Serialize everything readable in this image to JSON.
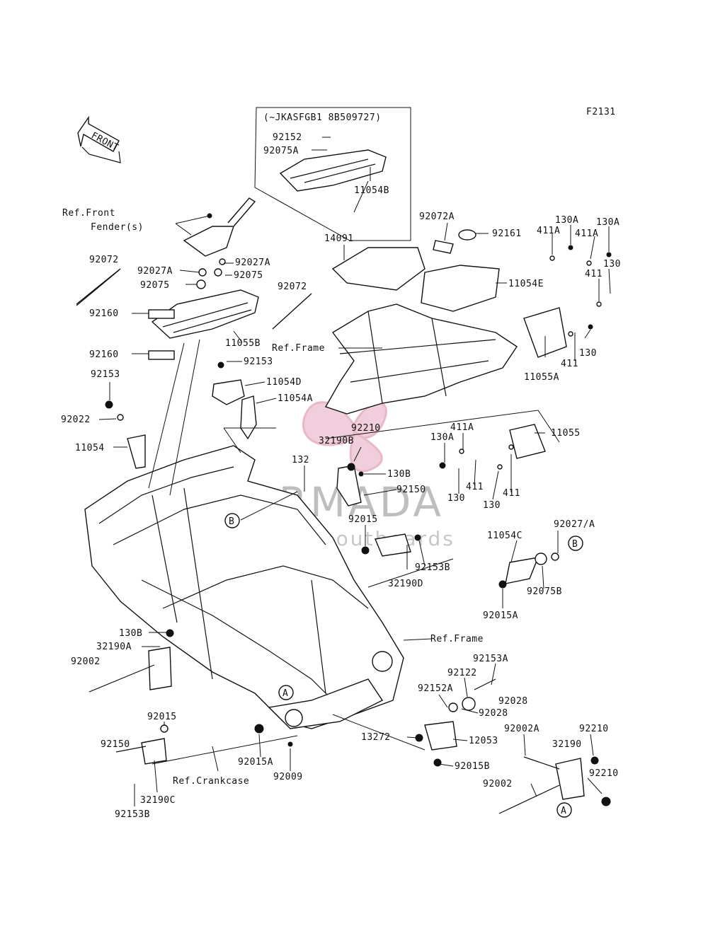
{
  "figure_code": "F2131",
  "front_arrow_label": "FRONT",
  "variant_box_label": "(~JKASFGB1 8B509727)",
  "watermark": {
    "brand": "ARMADA",
    "tagline": "marine outboards",
    "logo_color": "#d98aa8"
  },
  "references": [
    "Ref.Front",
    "Fender(s)",
    "Ref.Frame",
    "Ref.Frame",
    "Ref.Crankcase"
  ],
  "circle_markers": [
    "B",
    "B",
    "A",
    "A"
  ],
  "part_labels": [
    "92152",
    "92075A",
    "11054B",
    "92072A",
    "92161",
    "14091",
    "130A",
    "411A",
    "130A",
    "411A",
    "130",
    "411",
    "11054E",
    "92072",
    "92027A",
    "92027A",
    "92075",
    "92075",
    "92072",
    "92160",
    "11055B",
    "92160",
    "92153",
    "11054D",
    "11054A",
    "130",
    "411",
    "11055A",
    "92153",
    "92022",
    "11054",
    "92210",
    "32190B",
    "130B",
    "132",
    "92150",
    "411A",
    "130A",
    "11055",
    "411",
    "130",
    "411",
    "130",
    "92015",
    "11054C",
    "92027/A",
    "92153B",
    "32190D",
    "92075B",
    "92015A",
    "130B",
    "32190A",
    "92002",
    "92153A",
    "92122",
    "92152A",
    "92028",
    "92028",
    "92015",
    "13272",
    "12053",
    "92002A",
    "92210",
    "32190",
    "92150",
    "92015A",
    "92009",
    "92210",
    "92015B",
    "92002",
    "32190C",
    "92153B"
  ]
}
